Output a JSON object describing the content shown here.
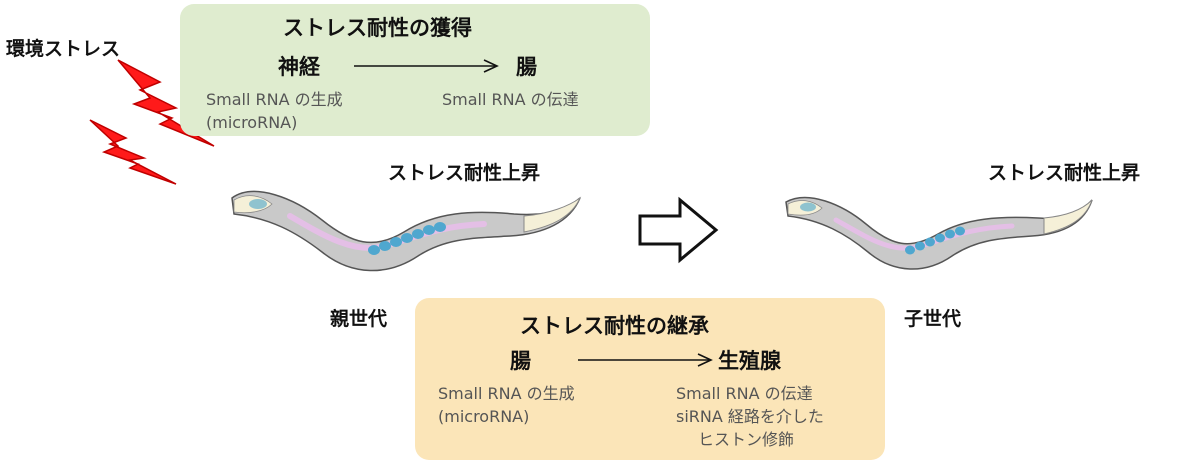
{
  "environmental_stress": "環境ストレス",
  "acquisition": {
    "title": "ストレス耐性の獲得",
    "from_organ": "神経",
    "to_organ": "腸",
    "from_desc": [
      "Small RNA の生成",
      "(microRNA)"
    ],
    "to_desc": [
      "Small RNA の伝達"
    ]
  },
  "parent": {
    "label": "親世代",
    "stress_rise": "ストレス耐性上昇"
  },
  "child": {
    "label": "子世代",
    "stress_rise": "ストレス耐性上昇"
  },
  "inheritance": {
    "title": "ストレス耐性の継承",
    "from_organ": "腸",
    "to_organ": "生殖腺",
    "from_desc": [
      "Small RNA の生成",
      "(microRNA)"
    ],
    "to_desc": [
      "Small RNA の伝達",
      "siRNA 経路を介した",
      "ヒストン修飾"
    ]
  },
  "colors": {
    "acquisition_box": "#dfeccf",
    "inheritance_box": "#fbe5b8",
    "lightning": "#ff1a1a",
    "worm_intestine_cells": "#4fa7cf",
    "worm_gonad": "#e4bfe6"
  }
}
